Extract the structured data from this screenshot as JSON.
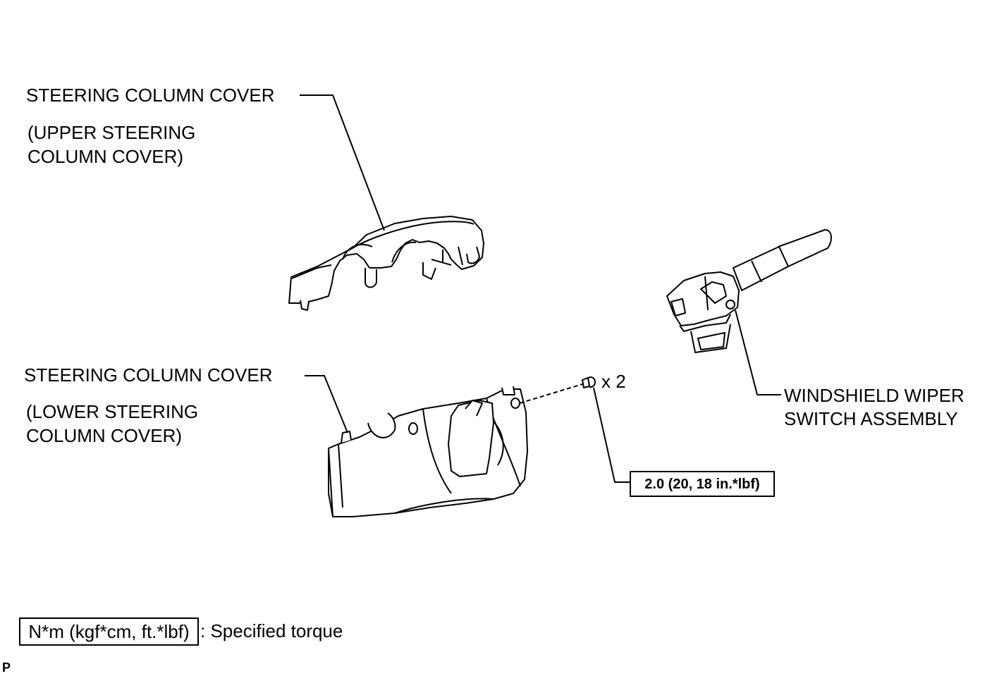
{
  "labels": {
    "upper_cover_title": "STEERING COLUMN COVER",
    "upper_cover_line1": "(UPPER STEERING",
    "upper_cover_line2": "COLUMN COVER)",
    "lower_cover_title": "STEERING COLUMN COVER",
    "lower_cover_line1": "(LOWER STEERING",
    "lower_cover_line2": "COLUMN COVER)",
    "wiper_line1": "WINDSHIELD WIPER",
    "wiper_line2": "SWITCH ASSEMBLY",
    "screw_count": "x 2",
    "torque_value": "2.0 (20, 18 in.*lbf)"
  },
  "legend": {
    "units": "N*m (kgf*cm, ft.*lbf)",
    "description": ": Specified torque"
  },
  "corner_mark": "P"
}
